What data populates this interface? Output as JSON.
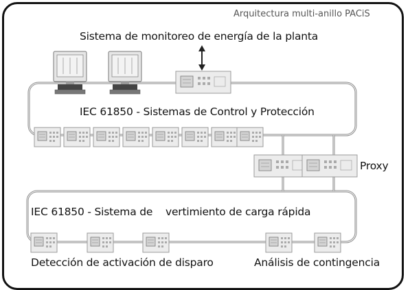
{
  "header": {
    "title": "Arquitectura multi-anillo   PACiS"
  },
  "labels": {
    "plant": "Sistema de monitoreo de energía de la planta",
    "ring1": "IEC 61850 - Sistemas de Control y Protección",
    "proxy": "Proxy",
    "ring2_a": "IEC 61850 - Sistema de",
    "ring2_b": "vertimiento de carga rápida",
    "trip": "Detección de activación de disparo",
    "contingency": "Análisis de contingencia"
  },
  "colors": {
    "ring": "#8a8a8a",
    "device_body": "#ececec",
    "device_border": "#9a9a9a",
    "screen": "#d4d4d4",
    "frame": "#111111"
  }
}
